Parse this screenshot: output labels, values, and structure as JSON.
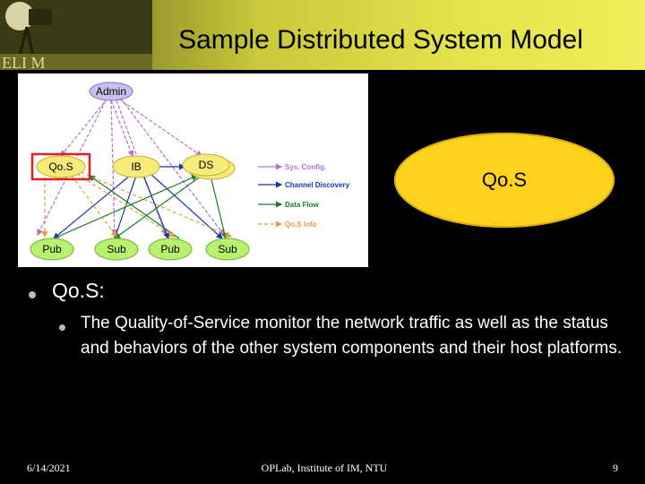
{
  "slide": {
    "title": "Sample Distributed System Model"
  },
  "diagram": {
    "nodes": {
      "admin": "Admin",
      "qos": "Qo.S",
      "ib": "IB",
      "ds": "DS",
      "pub1": "Pub",
      "sub1": "Sub",
      "pub2": "Pub",
      "sub2": "Sub"
    },
    "legend": [
      {
        "label": "Sys. Config.",
        "color": "#b070d8"
      },
      {
        "label": "Channel Discovery",
        "color": "#2030b0"
      },
      {
        "label": "Data Flow",
        "color": "#1a7a2a"
      },
      {
        "label": "Qo.S Info",
        "color": "#e0a040"
      }
    ],
    "colors": {
      "admin_fill": "#c8c0f0",
      "node_fill": "#f7ec7a",
      "pub_sub_fill": "#b8f070",
      "highlight": "#e02020"
    }
  },
  "callout": {
    "label": "Qo.S",
    "color": "#ffd21e"
  },
  "bullets": {
    "level1": "Qo.S:",
    "level2": "The Quality-of-Service monitor the network traffic as well as the status and behaviors of the other system components and their host platforms."
  },
  "footer": {
    "date": "6/14/2021",
    "center": "OPLab, Institute of IM, NTU",
    "page": "9"
  }
}
